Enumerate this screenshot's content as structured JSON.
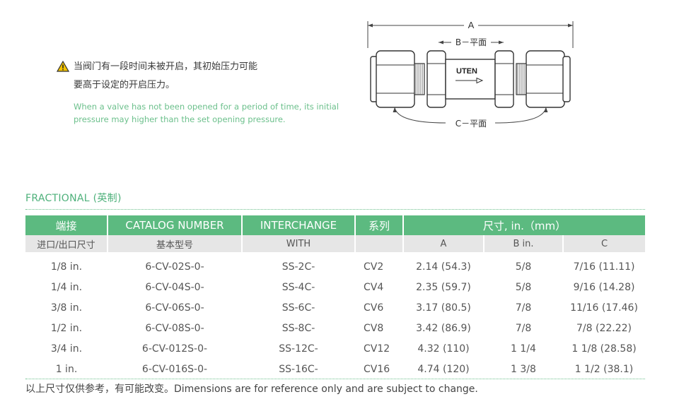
{
  "warning": {
    "icon": "warning-triangle-icon",
    "cn_line1": "当阀门有一段时间未被开启，其初始压力可能",
    "cn_line2": "要高于设定的开启压力。",
    "en_text": "When a valve has not been opened for a period of time, its initial pressure may higher than the set opening pressure."
  },
  "drawing": {
    "label_a": "A",
    "label_b": "B－平面",
    "label_c": "C－平面",
    "brand": "UTEN",
    "arrow": "→"
  },
  "section_title": "FRACTIONAL (英制)",
  "table": {
    "header_row1": {
      "col1": "端接",
      "col2": "CATALOG NUMBER",
      "col3": "INTERCHANGE",
      "col4": "系列",
      "dims": "尺寸, in.（mm）"
    },
    "header_row2": {
      "col1": "进口/出口尺寸",
      "col2": "基本型号",
      "col3": "WITH",
      "col4": "",
      "a": "A",
      "b": "B in.",
      "c": "C"
    },
    "rows": [
      {
        "size": "1/8 in.",
        "catalog": "6-CV-02S-0-",
        "interchange": "SS-2C-",
        "series": "CV2",
        "a": "2.14 (54.3)",
        "b": "5/8",
        "c": "7/16 (11.11)"
      },
      {
        "size": "1/4 in.",
        "catalog": "6-CV-04S-0-",
        "interchange": "SS-4C-",
        "series": "CV4",
        "a": "2.35 (59.7)",
        "b": "5/8",
        "c": "9/16 (14.28)"
      },
      {
        "size": "3/8 in.",
        "catalog": "6-CV-06S-0-",
        "interchange": "SS-6C-",
        "series": "CV6",
        "a": "3.17 (80.5)",
        "b": "7/8",
        "c": "11/16 (17.46)"
      },
      {
        "size": "1/2 in.",
        "catalog": "6-CV-08S-0-",
        "interchange": "SS-8C-",
        "series": "CV8",
        "a": "3.42 (86.9)",
        "b": "7/8",
        "c": "7/8 (22.22)"
      },
      {
        "size": "3/4 in.",
        "catalog": "6-CV-012S-0-",
        "interchange": "SS-12C-",
        "series": "CV12",
        "a": "4.32 (110)",
        "b": "1 1/4",
        "c": "1 1/8 (28.58)"
      },
      {
        "size": "1 in.",
        "catalog": "6-CV-016S-0-",
        "interchange": "SS-16C-",
        "series": "CV16",
        "a": "4.74 (120)",
        "b": "1 3/8",
        "c": "1 1/2 (38.1)"
      }
    ]
  },
  "footnote": "以上尺寸仅供参考，有可能改变。Dimensions are for reference only and are subject to change.",
  "colors": {
    "accent": "#5cba80",
    "accent_text": "#6cc08c",
    "subheader_bg": "#e6e6e6"
  }
}
